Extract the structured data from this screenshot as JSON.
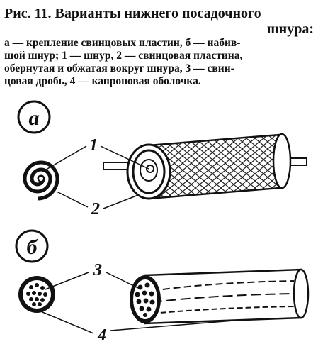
{
  "title": {
    "line1": "Рис. 11. Варианты нижнего посадочного",
    "line2": "шнура:"
  },
  "caption": {
    "lines": [
      "а — крепление свинцовых пластин, б — набив-",
      "шой шнур; 1 — шнур, 2 — свинцовая пластина,",
      "обернутая и обжатая вокруг шнура, 3 — свин-",
      "цовая дробь, 4 — капроновая оболочка."
    ]
  },
  "figure": {
    "part_a_label": "а",
    "part_b_label": "б",
    "callouts": [
      "1",
      "2",
      "3",
      "4"
    ]
  }
}
